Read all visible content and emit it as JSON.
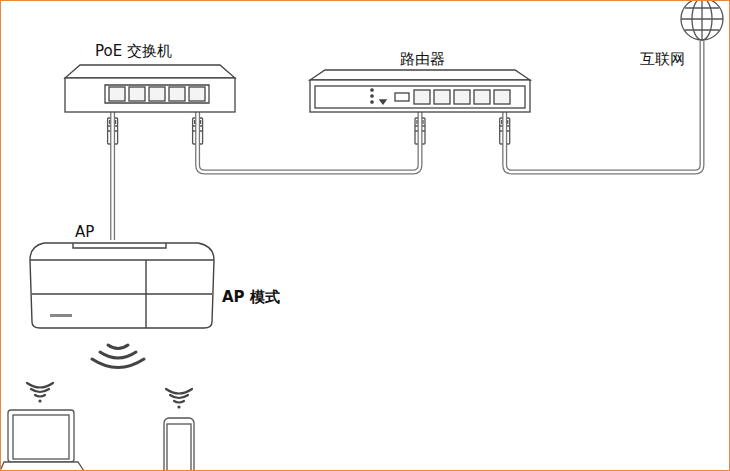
{
  "diagram": {
    "nodes": [
      {
        "text": [
          "PoE 交换机"
        ]
      },
      {
        "text": [
          "路由器"
        ]
      },
      {
        "text": [
          "互联网"
        ]
      },
      {
        "text": [
          "AP"
        ]
      }
    ],
    "edges": [
      {
        "from": 0,
        "to": 3,
        "arrow": "none"
      },
      {
        "from": 0,
        "to": 1,
        "arrow": "none"
      },
      {
        "from": 1,
        "to": 2,
        "arrow": "none"
      }
    ],
    "labels": [
      "AP 模式"
    ]
  }
}
